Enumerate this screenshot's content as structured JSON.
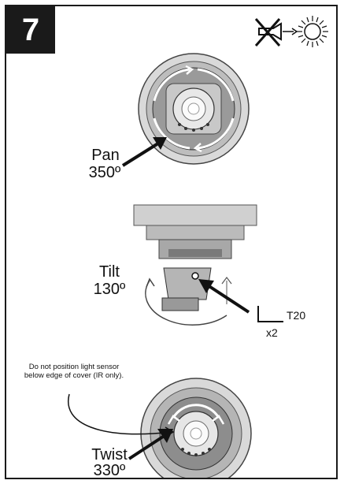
{
  "step": {
    "number": "7"
  },
  "pan": {
    "label": "Pan",
    "angle": "350º"
  },
  "tilt": {
    "label": "Tilt",
    "angle": "130º"
  },
  "tool": {
    "name": "T20",
    "count": "x2"
  },
  "note": {
    "text": "Do not position light sensor below edge of cover (IR only)."
  },
  "twist": {
    "label": "Twist",
    "angle": "330º"
  },
  "icons": {
    "top_right": [
      "no-light-icon",
      "sun-icon"
    ],
    "figures": [
      "camera-dome-top-view",
      "camera-module-side-view",
      "camera-dome-bottom-view",
      "torx-key-icon"
    ]
  }
}
